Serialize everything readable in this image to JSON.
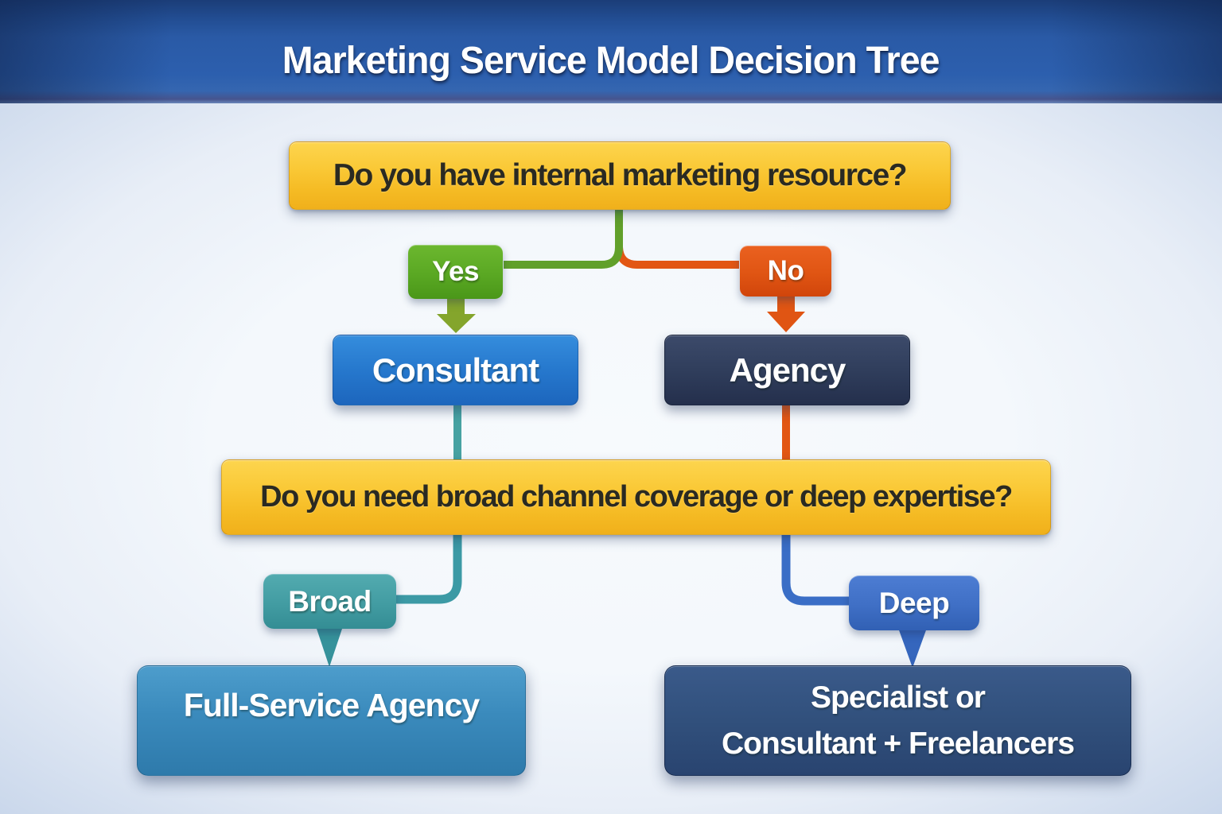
{
  "header": {
    "title": "Marketing Service Model Decision Tree"
  },
  "nodes": {
    "q1": {
      "label": "Do you have internal marketing resource?",
      "type": "question"
    },
    "yes": {
      "label": "Yes",
      "type": "answer"
    },
    "no": {
      "label": "No",
      "type": "answer"
    },
    "consultant": {
      "label": "Consultant",
      "type": "option"
    },
    "agency": {
      "label": "Agency",
      "type": "option"
    },
    "q2": {
      "label": "Do you need broad channel coverage or deep expertise?",
      "type": "question"
    },
    "broad": {
      "label": "Broad",
      "type": "answer"
    },
    "deep": {
      "label": "Deep",
      "type": "answer"
    },
    "outcome_broad": {
      "label": "Full-Service Agency",
      "type": "outcome"
    },
    "outcome_deep": {
      "label_line1": "Specialist or",
      "label_line2": "Consultant + Freelancers",
      "type": "outcome"
    }
  },
  "edges": [
    {
      "from": "q1",
      "to": "yes",
      "color": "connector_green"
    },
    {
      "from": "q1",
      "to": "no",
      "color": "connector_orange"
    },
    {
      "from": "yes",
      "to": "consultant",
      "color": "connector_green"
    },
    {
      "from": "no",
      "to": "agency",
      "color": "connector_orange"
    },
    {
      "from": "consultant",
      "to": "q2",
      "color": "connector_teal"
    },
    {
      "from": "agency",
      "to": "q2",
      "color": "connector_orange"
    },
    {
      "from": "q2",
      "to": "broad",
      "color": "connector_teal"
    },
    {
      "from": "q2",
      "to": "deep",
      "color": "connector_blue"
    },
    {
      "from": "broad",
      "to": "outcome_broad",
      "color": "connector_teal"
    },
    {
      "from": "deep",
      "to": "outcome_deep",
      "color": "connector_blue"
    }
  ],
  "colors": {
    "header_blue": "#2a5aa6",
    "question_yellow": "#f7bd27",
    "yes_green": "#5aa823",
    "no_orange": "#e05513",
    "consultant_blue": "#2678cd",
    "agency_navy": "#2e3c5b",
    "broad_teal": "#429ca2",
    "deep_blue": "#3f6fc5",
    "full_service_blue": "#3a8abc",
    "specialist_navy": "#31507c",
    "connector_green": "#61a02a",
    "connector_orange": "#e25613",
    "connector_teal": "#44a0a4",
    "connector_blue": "#3a6ec6",
    "background_center": "#f5f8fc",
    "background_edge": "#7391c4"
  }
}
